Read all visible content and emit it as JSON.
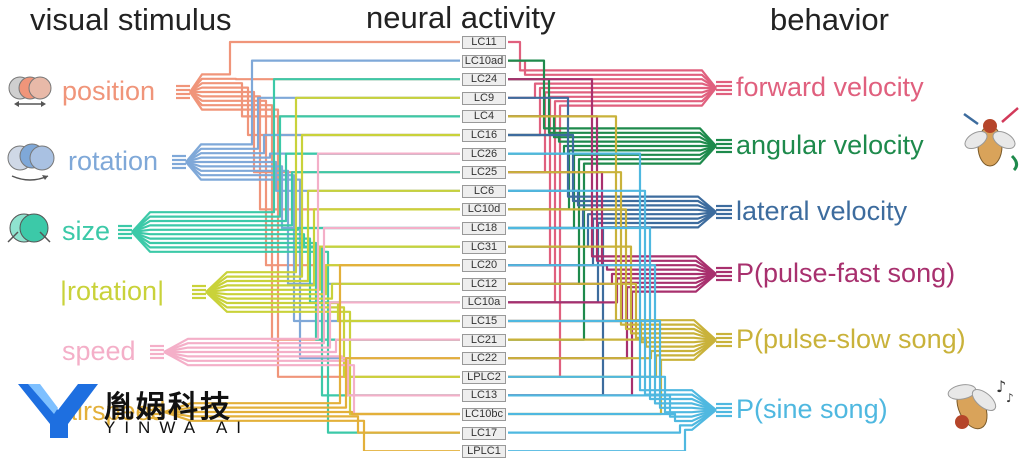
{
  "headers": {
    "left": "visual stimulus",
    "center": "neural activity",
    "right": "behavior"
  },
  "stimuli": [
    {
      "id": "position",
      "label": "position",
      "color": "#F0957A"
    },
    {
      "id": "rotation",
      "label": "rotation",
      "color": "#7FA8D8"
    },
    {
      "id": "size",
      "label": "size",
      "color": "#3CC9A8"
    },
    {
      "id": "abs-rotation",
      "label": "|rotation|",
      "color": "#C9D23A"
    },
    {
      "id": "speed",
      "label": "speed",
      "color": "#F4AFC8"
    },
    {
      "id": "airspeed",
      "label": "airspeed",
      "color": "#E3B03A"
    }
  ],
  "neurons": [
    "LC11",
    "LC10ad",
    "LC24",
    "LC9",
    "LC4",
    "LC16",
    "LC26",
    "LC25",
    "LC6",
    "LC10d",
    "LC18",
    "LC31",
    "LC20",
    "LC12",
    "LC10a",
    "LC15",
    "LC21",
    "LC22",
    "LPLC2",
    "LC13",
    "LC10bc",
    "LC17",
    "LPLC1"
  ],
  "behaviors": [
    {
      "id": "forward-velocity",
      "label": "forward velocity",
      "color": "#E0607E"
    },
    {
      "id": "angular-velocity",
      "label": "angular velocity",
      "color": "#1E8A4C"
    },
    {
      "id": "lateral-velocity",
      "label": "lateral velocity",
      "color": "#3D6C9E"
    },
    {
      "id": "pulse-fast-song",
      "label": "P(pulse-fast song)",
      "color": "#A8306E"
    },
    {
      "id": "pulse-slow-song",
      "label": "P(pulse-slow song)",
      "color": "#C9B23A"
    },
    {
      "id": "sine-song",
      "label": "P(sine song)",
      "color": "#4FB8E0"
    }
  ],
  "logo": {
    "name_cn": "胤娲科技",
    "name_en": "YINWA AI",
    "color": "#1E6FE0"
  }
}
